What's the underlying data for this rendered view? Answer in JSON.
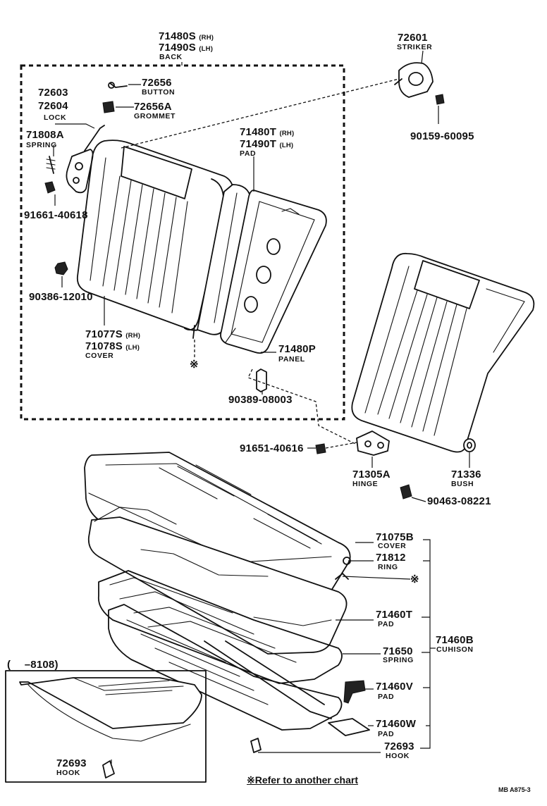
{
  "parts": {
    "back_rh": "71480S",
    "back_lh": "71490S",
    "back_name": "BACK",
    "striker_no": "72601",
    "striker_name": "STRIKER",
    "button_no": "72656",
    "button_name": "BUTTON",
    "grommet_no": "72656A",
    "grommet_name": "GROMMET",
    "lock_no_1": "72603",
    "lock_no_2": "72604",
    "lock_name": "LOCK",
    "spring_back_no": "71808A",
    "spring_back_name": "SPRING",
    "bolt_91661": "91661-40618",
    "bolt_90159": "90159-60095",
    "pad_back_rh": "71480T",
    "pad_back_lh": "71490T",
    "pad_back_name": "PAD",
    "nut_90386": "90386-12010",
    "cover_back_rh": "71077S",
    "cover_back_lh": "71078S",
    "cover_back_name": "COVER",
    "panel_no": "71480P",
    "panel_name": "PANEL",
    "clip_90389": "90389-08003",
    "bolt_91651": "91651-40616",
    "hinge_no": "71305A",
    "hinge_name": "HINGE",
    "bush_no": "71336",
    "bush_name": "BUSH",
    "clip_90463": "90463-08221",
    "cover_cush_no": "71075B",
    "cover_cush_name": "COVER",
    "ring_no": "71812",
    "ring_name": "RING",
    "pad_cush_no": "71460T",
    "pad_cush_name": "PAD",
    "cushion_no": "71460B",
    "cushion_name": "CUHISON",
    "spring_cush_no": "71650",
    "spring_cush_name": "SPRING",
    "pad_v_no": "71460V",
    "pad_v_name": "PAD",
    "pad_w_no": "71460W",
    "pad_w_name": "PAD",
    "hook_no": "72693",
    "hook_name": "HOOK",
    "inset_hook_no": "72693",
    "inset_hook_name": "HOOK"
  },
  "suffix": {
    "rh": "(RH)",
    "lh": "(LH)"
  },
  "inset_range": "(　  –8108)",
  "asterisk": "※",
  "refer_note": "※Refer to another chart",
  "footer_code": "MB  A875-3"
}
